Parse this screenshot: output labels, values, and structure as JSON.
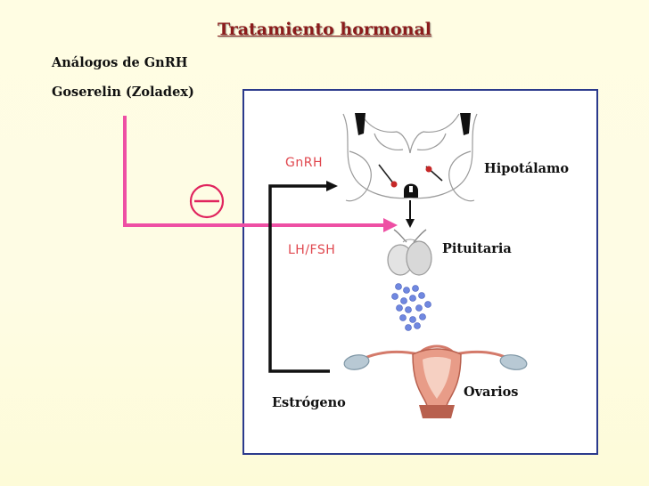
{
  "title": "Tratamiento hormonal",
  "left_labels": {
    "line1": "Análogos de GnRH",
    "line2": "Goserelin (Zoladex)"
  },
  "diagram": {
    "gnrh": "GnRH",
    "lhfsh": "LH/FSH",
    "hipotalamo": "Hipotálamo",
    "pituitaria": "Pituitaria",
    "ovarios": "Ovarios",
    "estrogeno": "Estrógeno",
    "inhibition_symbol": "minus-circle-icon"
  },
  "colors": {
    "title": "#8b1c1c",
    "pink_line": "#ee4fa4",
    "panel_border": "#2b3a8c",
    "panel_label": "#e0474e",
    "feedback_line": "#111111",
    "hormone_dots": "#6f86e0"
  }
}
